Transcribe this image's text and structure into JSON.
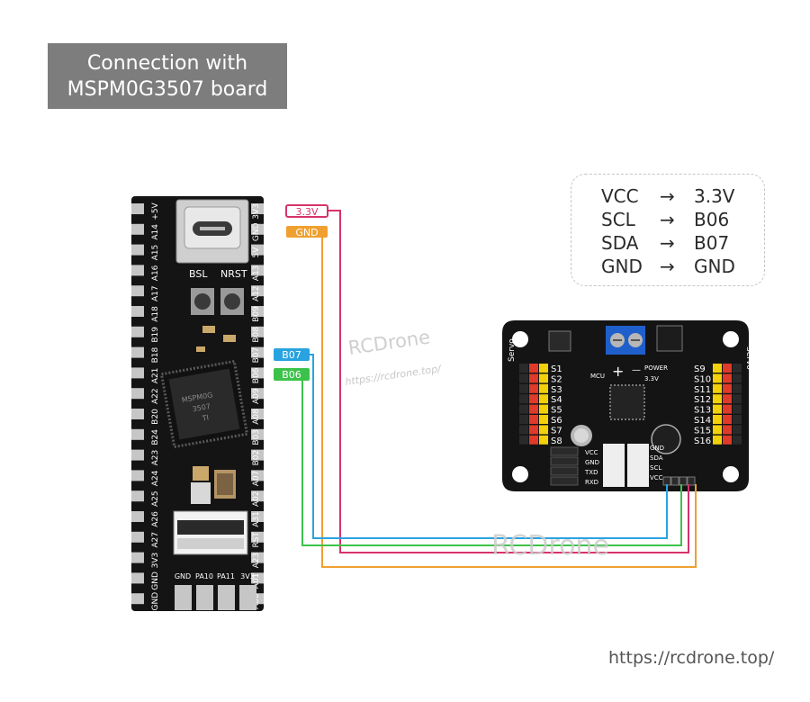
{
  "title": {
    "line1": "Connection with",
    "line2": "MSPM0G3507 board"
  },
  "mapping": [
    {
      "from": "VCC",
      "arrow": "→",
      "to": "3.3V"
    },
    {
      "from": "SCL",
      "arrow": "→",
      "to": "B06"
    },
    {
      "from": "SDA",
      "arrow": "→",
      "to": "B07"
    },
    {
      "from": "GND",
      "arrow": "→",
      "to": "GND"
    }
  ],
  "tags": {
    "v33": {
      "label": "3.3V",
      "color": "#d6336c"
    },
    "gnd": {
      "label": "GND",
      "color": "#f0a030"
    },
    "b07": {
      "label": "B07",
      "color": "#29a3e0"
    },
    "b06": {
      "label": "B06",
      "color": "#3cc24a"
    }
  },
  "mcu": {
    "left_pins": [
      "+5V",
      "A14",
      "A15",
      "A16",
      "A17",
      "A18",
      "B19",
      "B18",
      "A21",
      "A22",
      "B20",
      "B24",
      "A23",
      "A24",
      "A25",
      "A26",
      "A27",
      "3V3",
      "GND",
      "GND"
    ],
    "right_pins": [
      "3V3",
      "GND",
      "5V",
      "A13",
      "A12",
      "B09",
      "B08",
      "B07",
      "B06",
      "A09",
      "A08",
      "B03",
      "B02",
      "A07",
      "A02",
      "A31",
      "RST",
      "A23",
      "A01",
      "A00"
    ],
    "top_labels": {
      "bsl": "BSL",
      "nrst": "NRST"
    },
    "bottom_labels": [
      "GND",
      "PA10",
      "PA11",
      "3V3"
    ],
    "chip_text": [
      "MSPM0G",
      "3507",
      "TI"
    ]
  },
  "servo": {
    "side_label": "Servo",
    "left_channels": [
      "S1",
      "S2",
      "S3",
      "S4",
      "S5",
      "S6",
      "S7",
      "S8"
    ],
    "right_channels": [
      "S9",
      "S10",
      "S11",
      "S12",
      "S13",
      "S14",
      "S15",
      "S16"
    ],
    "header_labels": [
      "GND",
      "SDA",
      "SCL",
      "VCC"
    ],
    "uart_labels": [
      "VCC",
      "GND",
      "TXD",
      "RXD"
    ],
    "power_label": "POWER",
    "volt_label": "3.3V",
    "mcu_label": "MCU",
    "plus": "+",
    "minus": "—"
  },
  "watermarks": {
    "brand": "RCDrone",
    "url": "https://rcdrone.top/"
  },
  "footer_url": "https://rcdrone.top/"
}
